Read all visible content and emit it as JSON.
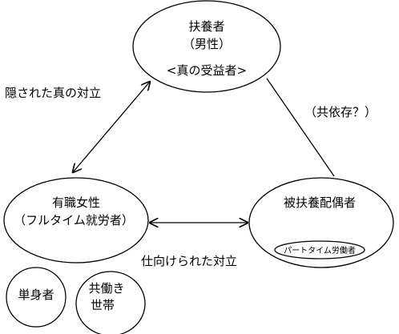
{
  "nodes": {
    "supporter": {
      "line1": "扶養者",
      "line2": "（男性）",
      "line3": "<真の受益者>"
    },
    "working_women": {
      "line1": "有職女性",
      "line2": "（フルタイム就労者）"
    },
    "dependent_spouse": {
      "line1": "被扶養配偶者",
      "sub_label": "パートタイム労働者"
    },
    "single": {
      "label": "単身者"
    },
    "dual_income": {
      "line1": "共働き",
      "line2": "世帯"
    }
  },
  "edges": {
    "true_conflict": "隠された真の対立",
    "codependency": "（共依存？）",
    "induced_conflict": "仕向けられた対立"
  }
}
